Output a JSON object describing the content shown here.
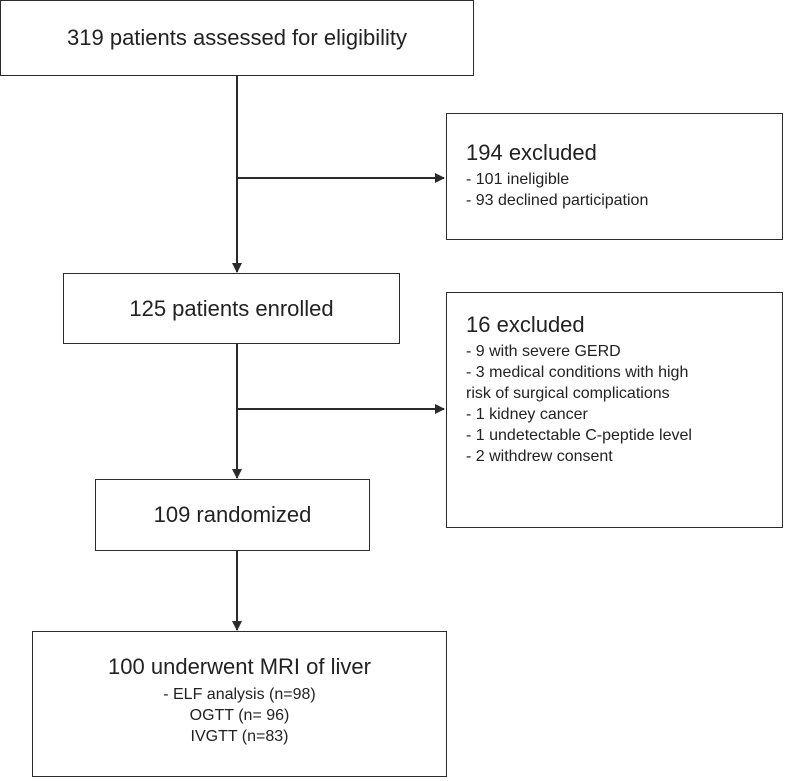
{
  "boxes": {
    "assessed": "319 patients assessed for eligibility",
    "excluded1": {
      "title": "194 excluded",
      "lines": [
        "- 101 ineligible",
        "- 93 declined participation"
      ]
    },
    "enrolled": "125 patients enrolled",
    "excluded2": {
      "title": "16 excluded",
      "lines": [
        "- 9 with severe GERD",
        "- 3 medical conditions with high",
        "risk of surgical complications",
        "- 1 kidney cancer",
        "- 1 undetectable C-peptide level",
        "- 2 withdrew consent"
      ]
    },
    "randomized": "109 randomized",
    "mri": {
      "title": "100 underwent MRI of liver",
      "lines": [
        "- ELF analysis (n=98)",
        "OGTT (n= 96)",
        "IVGTT (n=83)"
      ]
    }
  }
}
